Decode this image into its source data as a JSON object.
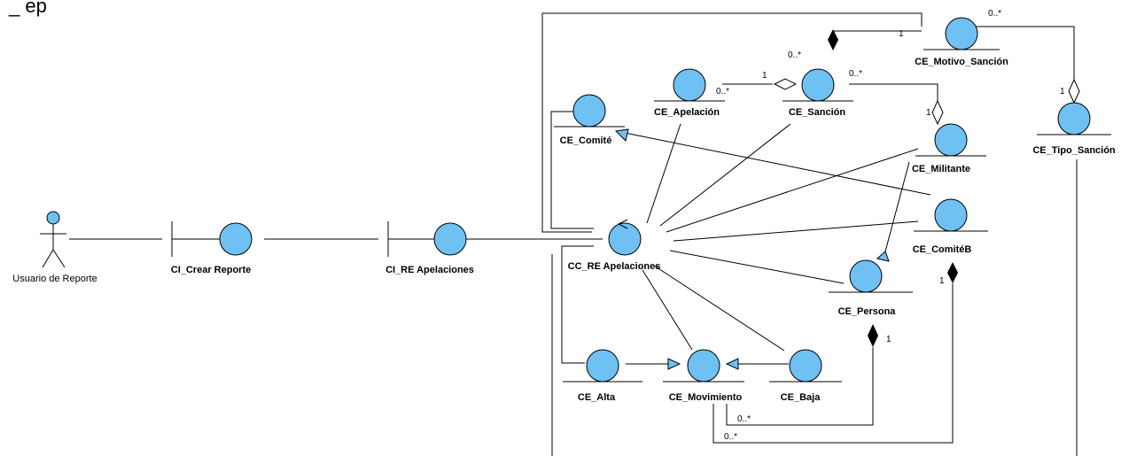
{
  "diagram": {
    "top_fragment": "_ ep",
    "actor": {
      "name": "Usuario de Reporte"
    },
    "boundaries": [
      {
        "name": "CI_Crear Reporte"
      },
      {
        "name": "CI_RE Apelaciones"
      }
    ],
    "control": {
      "name": "CC_RE Apelaciones"
    },
    "entities": {
      "apelacion": "CE_Apelación",
      "sancion": "CE_Sanción",
      "motivo": "CE_Motivo_Sanción",
      "tipo": "CE_Tipo_Sanción",
      "comite": "CE_Comité",
      "militante": "CE_Militante",
      "comiteb": "CE_ComitéB",
      "persona": "CE_Persona",
      "alta": "CE_Alta",
      "movimiento": "CE_Movimiento",
      "baja": "CE_Baja"
    },
    "multiplicities": {
      "motivo_top_left": "1",
      "motivo_top_right": "0..*",
      "sancion_top": "0..*",
      "apelacion_right": "0..*",
      "sancion_left": "1",
      "sancion_right": "0..*",
      "militante_top": "1",
      "tipo_top": "1",
      "comiteb_bottom": "1",
      "persona_bottom": "1",
      "movimiento_a": "0..*",
      "movimiento_b": "0..*"
    },
    "colors": {
      "entity_fill": "#6ec1f2",
      "line": "#000000"
    }
  }
}
